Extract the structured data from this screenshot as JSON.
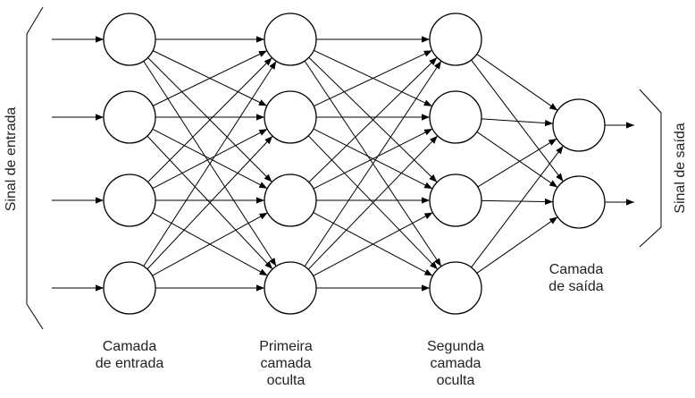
{
  "labels": {
    "input_signal": "Sinal de entrada",
    "output_signal": "Sinal de saída",
    "input_layer": [
      "Camada",
      "de entrada"
    ],
    "hidden1": [
      "Primeira",
      "camada",
      "oculta"
    ],
    "hidden2": [
      "Segunda",
      "camada",
      "oculta"
    ],
    "output_layer": [
      "Camada",
      "de saída"
    ]
  },
  "network": {
    "layers": [
      {
        "name": "input",
        "neurons": 4
      },
      {
        "name": "hidden1",
        "neurons": 4
      },
      {
        "name": "hidden2",
        "neurons": 4
      },
      {
        "name": "output",
        "neurons": 2
      }
    ],
    "fully_connected": true,
    "input_arrows": 4,
    "output_arrows": 2
  },
  "colors": {
    "stroke": "#000000",
    "text": "#222222",
    "background": "#ffffff"
  }
}
